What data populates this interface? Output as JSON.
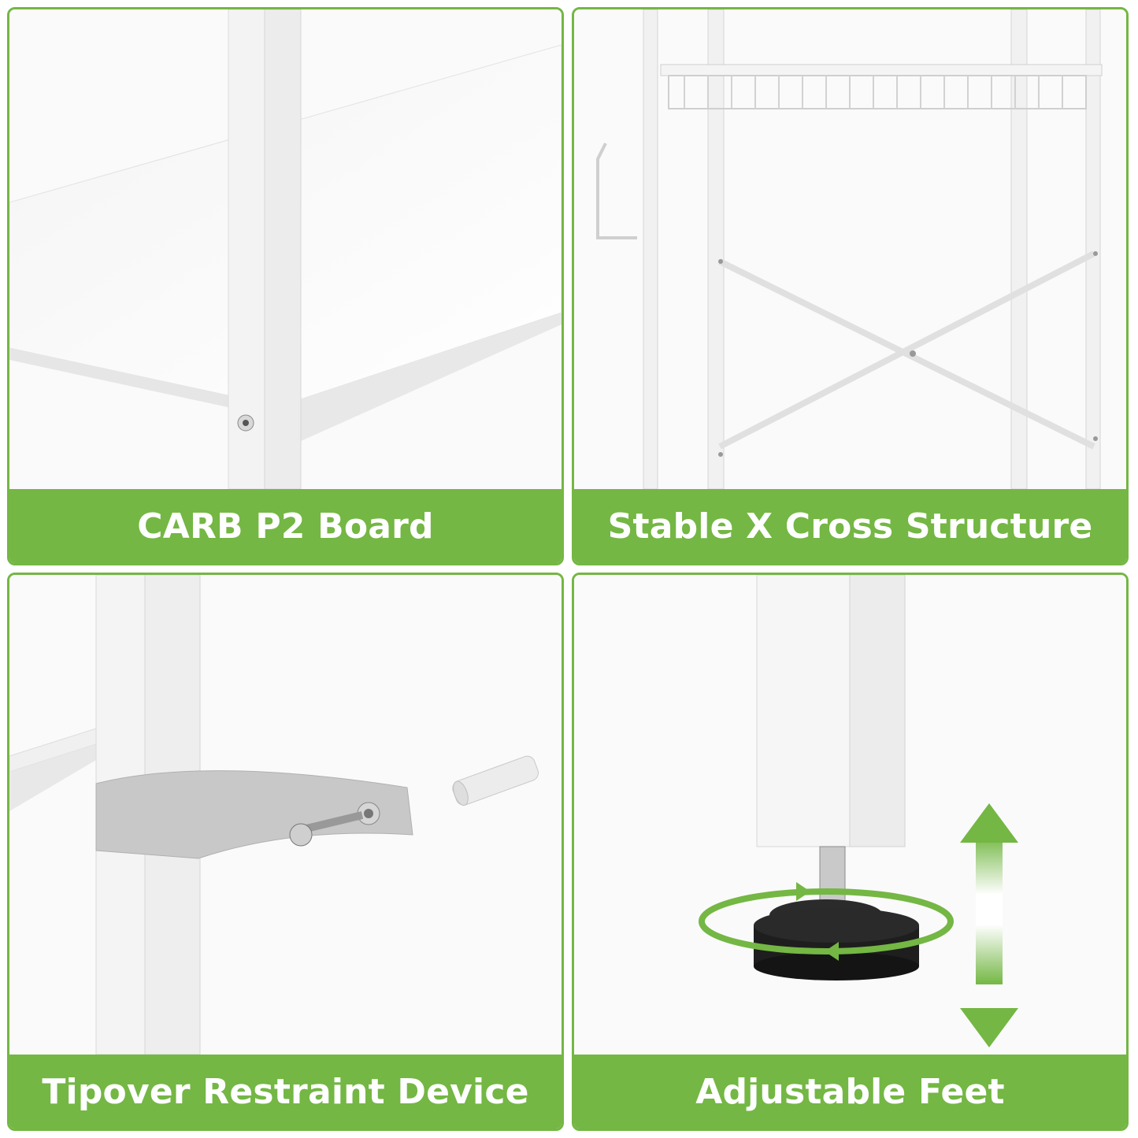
{
  "panels": [
    {
      "caption": "CARB P2 Board"
    },
    {
      "caption": "Stable X Cross Structure"
    },
    {
      "caption": "Tipover Restraint Device"
    },
    {
      "caption": "Adjustable Feet"
    }
  ],
  "colors": {
    "accent": "#74b744",
    "caption_text": "#ffffff"
  }
}
